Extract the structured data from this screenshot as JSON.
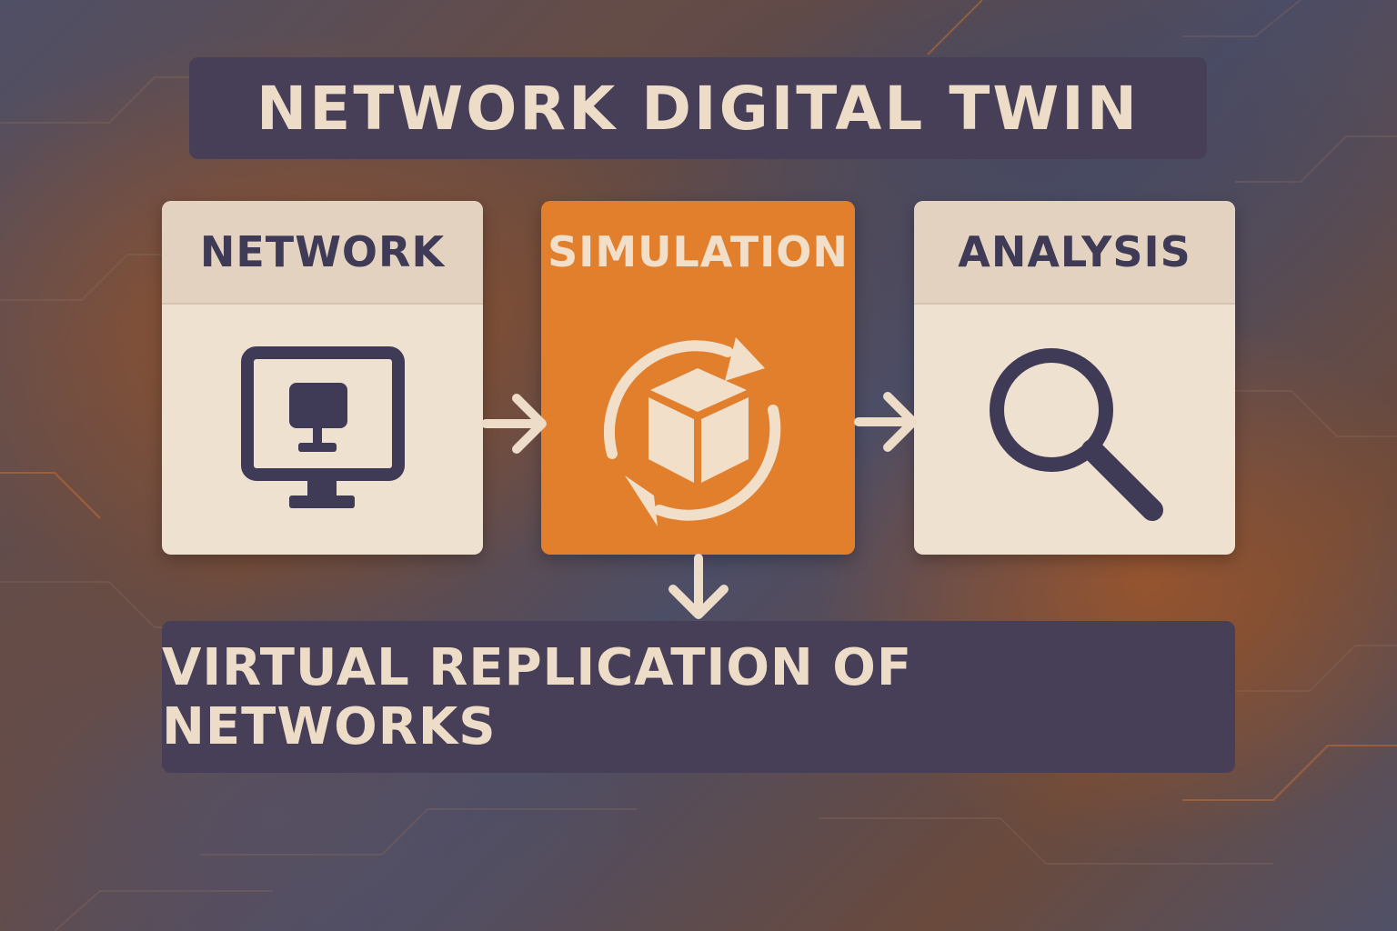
{
  "title": "NETWORK DIGITAL TWIN",
  "steps": [
    {
      "label": "NETWORK",
      "icon": "computer-monitor-icon"
    },
    {
      "label": "SIMULATION",
      "icon": "cube-cycle-icon"
    },
    {
      "label": "ANALYSIS",
      "icon": "magnifying-glass-icon"
    }
  ],
  "footer": "VIRTUAL REPLICATION OF NETWORKS",
  "colors": {
    "dark_panel": "#463f57",
    "light_card": "#efe1cf",
    "accent_orange": "#e17f2c",
    "text_cream": "#eddcc8",
    "icon_dark": "#3f3a55"
  }
}
